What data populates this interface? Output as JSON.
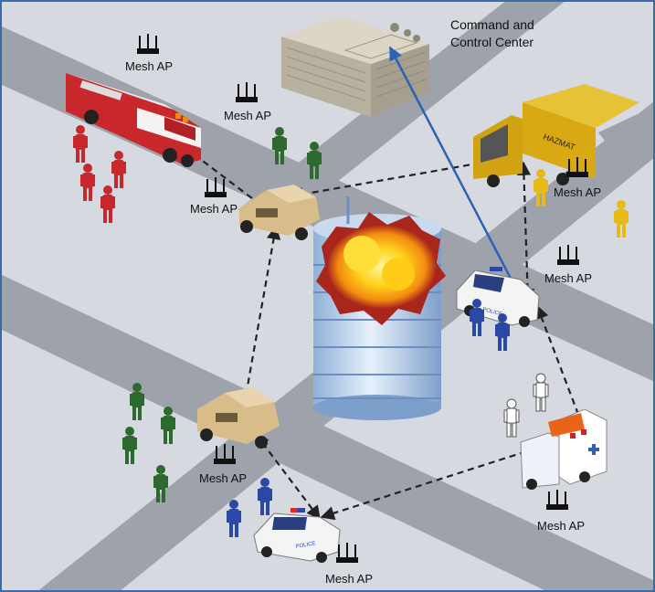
{
  "title_line1": "Command and",
  "title_line2": "Control Center",
  "ap_label": "Mesh AP",
  "hazmat_text": "HAZMAT",
  "police_text": "POLICE",
  "colors": {
    "ground": "#d6d9df",
    "road": "#9ea2aa",
    "frame": "#3b6aa8",
    "link": "#222222",
    "command_link": "#2b63b5",
    "fire": "#c8282b",
    "hazmat": "#e8ba16",
    "police": "#2b48a6",
    "military": "#2d6a2f",
    "medic": "#ffffff",
    "humvee": "#d8bd8b"
  }
}
